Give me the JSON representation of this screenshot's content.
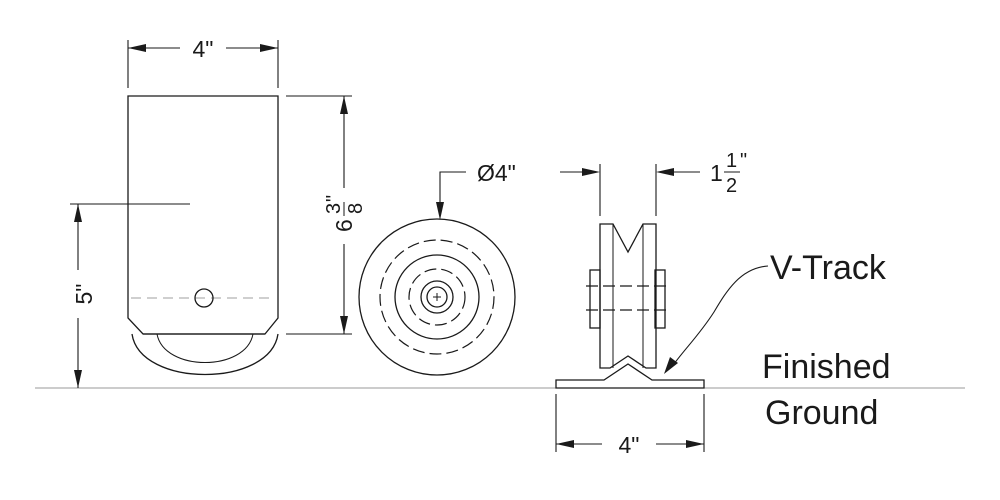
{
  "front_view": {
    "width_label": "4\"",
    "overall_height_whole": "6",
    "overall_height_num": "3",
    "overall_height_den": "8",
    "overall_height_unit": "\"",
    "axle_height_label": "5\""
  },
  "side_view": {
    "diameter_label": "Ø4\""
  },
  "end_view": {
    "thickness_whole": "1",
    "thickness_num": "1",
    "thickness_den": "2",
    "thickness_unit": "\"",
    "track_width_label": "4\""
  },
  "notes": {
    "track": "V-Track",
    "ground_line1": "Finished",
    "ground_line2": "Ground"
  }
}
